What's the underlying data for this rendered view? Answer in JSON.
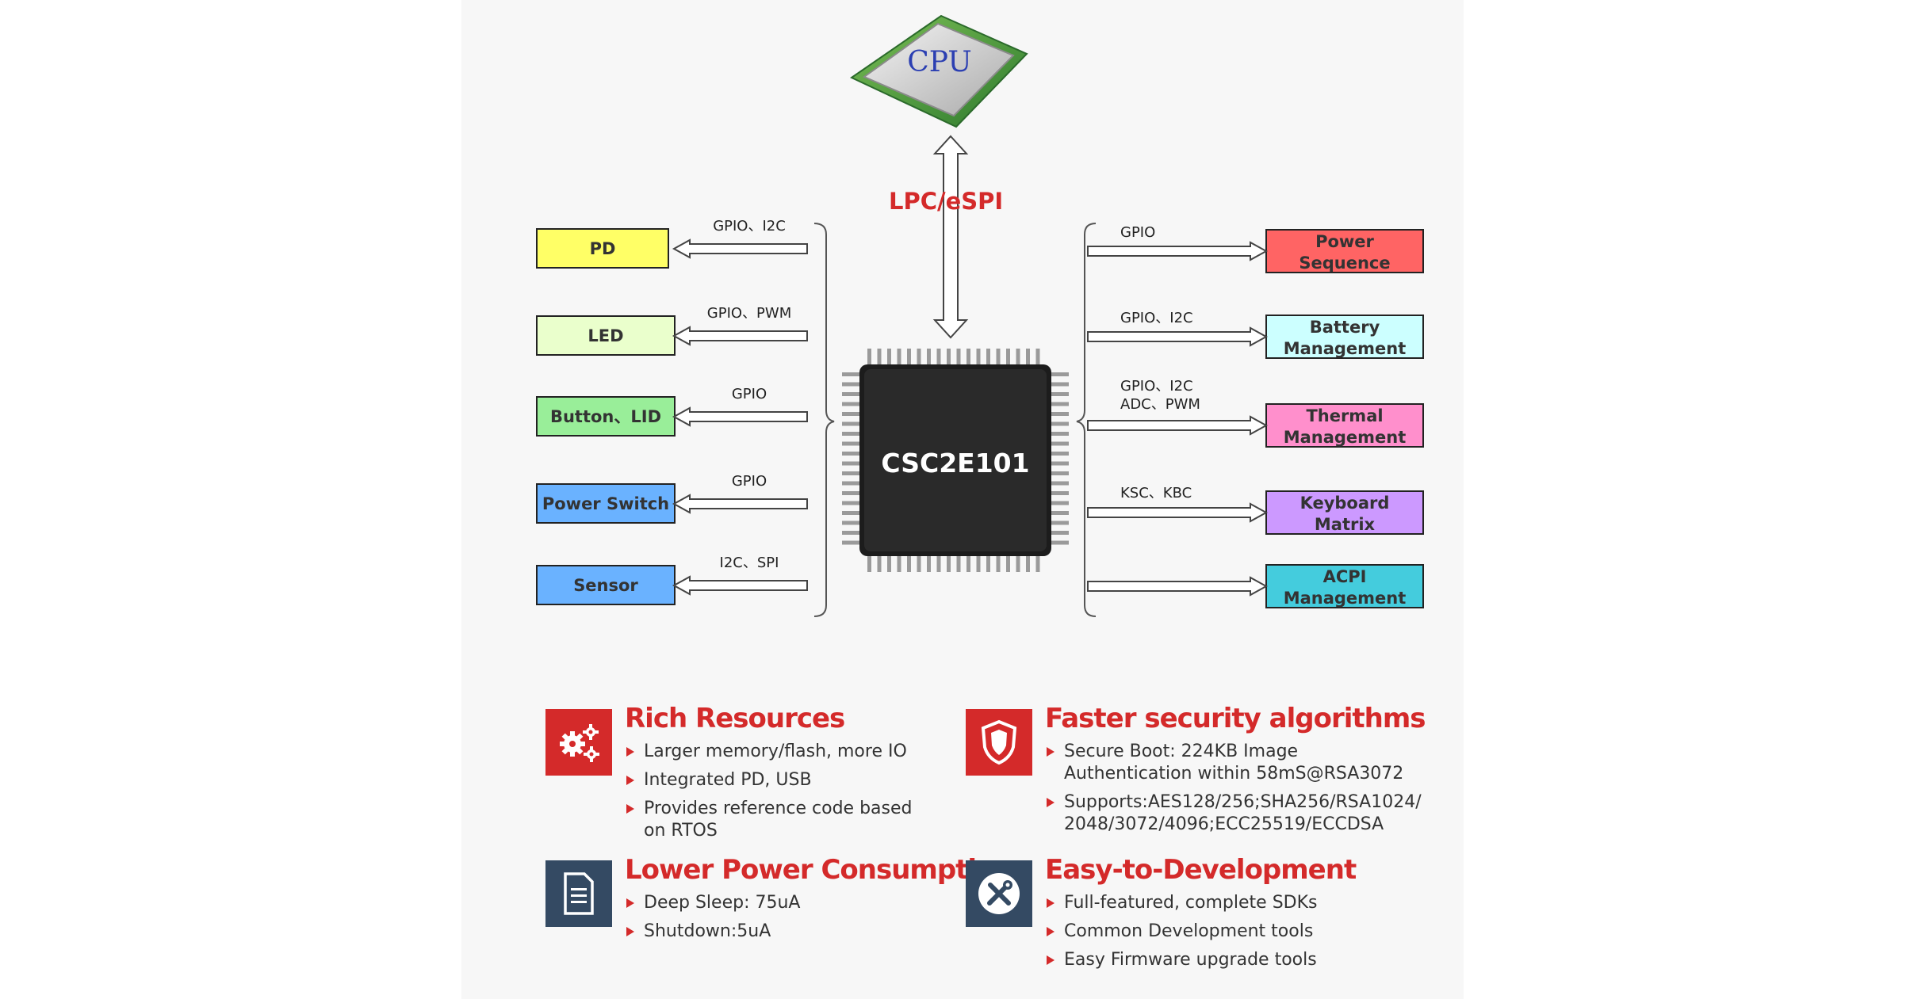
{
  "diagram": {
    "host_label": "CPU",
    "bus_label": "LPC/eSPI",
    "chip_label": "CSC2E101",
    "left_blocks": [
      {
        "label": "PD",
        "interface": "GPIO、I2C",
        "color": "#ffff66"
      },
      {
        "label": "LED",
        "interface": "GPIO、PWM",
        "color": "#eaffcc"
      },
      {
        "label": "Button、LID",
        "interface": "GPIO",
        "color": "#99ee99"
      },
      {
        "label": "Power Switch",
        "interface": "GPIO",
        "color": "#6ab2ff"
      },
      {
        "label": "Sensor",
        "interface": "I2C、SPI",
        "color": "#6ab2ff"
      }
    ],
    "right_blocks": [
      {
        "label_lines": [
          "Power",
          "Sequence"
        ],
        "interface_lines": [
          "GPIO"
        ],
        "color": "#ff6464"
      },
      {
        "label_lines": [
          "Battery",
          "Management"
        ],
        "interface_lines": [
          "GPIO、I2C"
        ],
        "color": "#ccffff"
      },
      {
        "label_lines": [
          "Thermal",
          "Management"
        ],
        "interface_lines": [
          "GPIO、I2C",
          "ADC、PWM"
        ],
        "color": "#ff8fcc"
      },
      {
        "label_lines": [
          "Keyboard",
          "Matrix"
        ],
        "interface_lines": [
          "KSC、KBC"
        ],
        "color": "#cc99ff"
      },
      {
        "label_lines": [
          "ACPI",
          "Management"
        ],
        "interface_lines": [],
        "color": "#44ccdd"
      }
    ]
  },
  "features": [
    {
      "title": "Rich Resources",
      "icon": "gears-icon",
      "icon_color": "#d42a2a",
      "bullets": [
        "Larger memory/flash, more IO",
        "Integrated PD, USB",
        "Provides reference code based on RTOS"
      ]
    },
    {
      "title": "Faster security algorithms",
      "icon": "shield-icon",
      "icon_color": "#d42a2a",
      "bullets": [
        "Secure Boot: 224KB Image Authentication within 58mS@RSA3072",
        "Supports:AES128/256;SHA256/RSA1024/ 2048/3072/4096;ECC25519/ECCDSA"
      ]
    },
    {
      "title": "Lower Power Consumption",
      "icon": "document-icon",
      "icon_color": "#344a63",
      "bullets": [
        "Deep Sleep: 75uA",
        "Shutdown:5uA"
      ]
    },
    {
      "title": "Easy-to-Development",
      "icon": "tools-icon",
      "icon_color": "#344a63",
      "bullets": [
        "Full-featured, complete SDKs",
        "Common Development tools",
        "Easy Firmware upgrade tools"
      ]
    }
  ]
}
